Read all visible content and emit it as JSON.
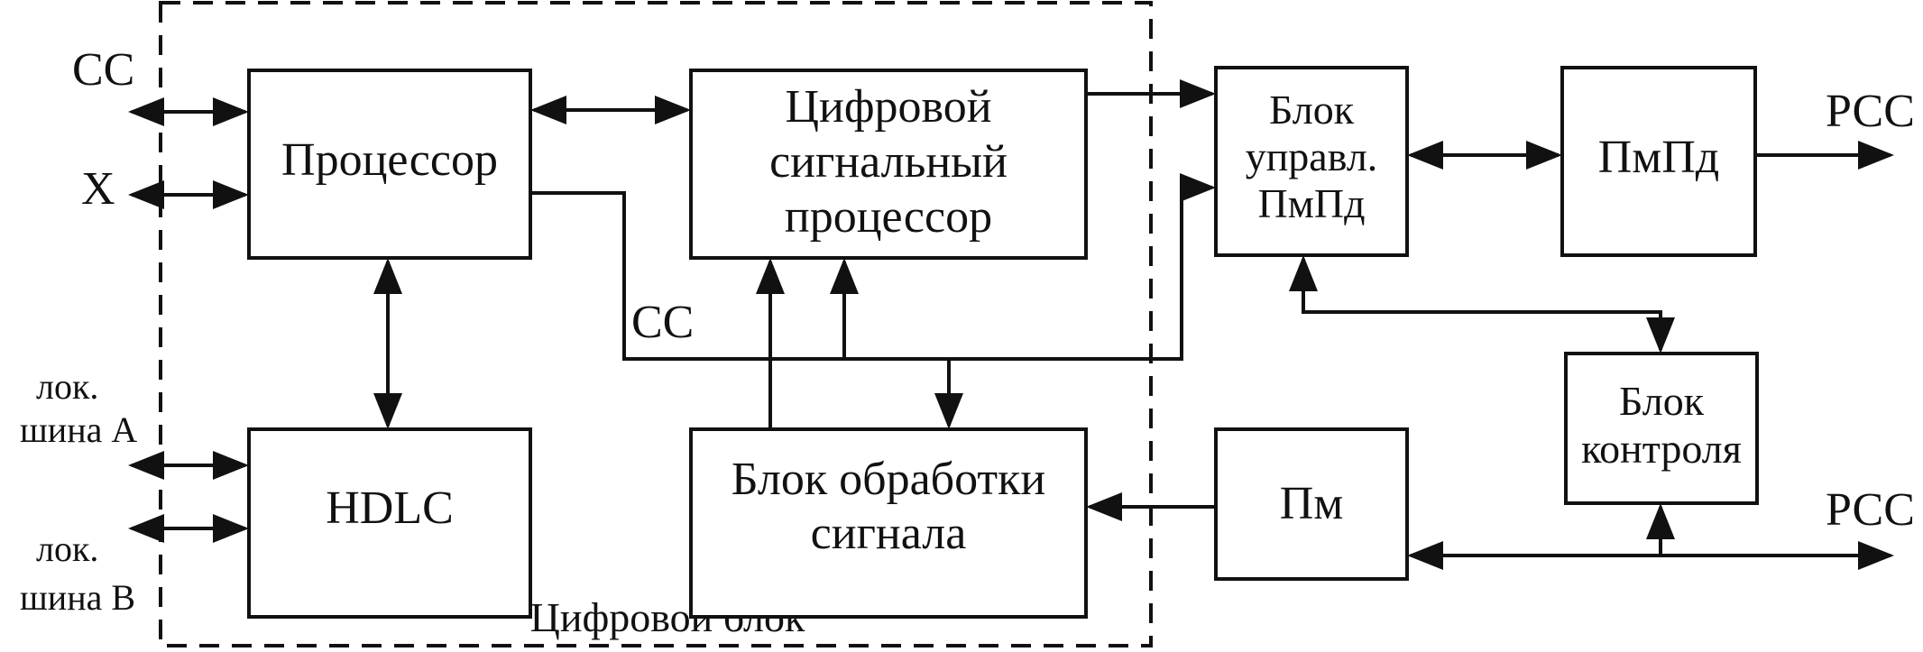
{
  "diagram": {
    "frame_label": "Цифровой блок",
    "blocks": {
      "processor": "Процессор",
      "dsp": [
        "Цифровой",
        "сигнальный",
        "процессор"
      ],
      "hdlc": "HDLC",
      "signal_processing": [
        "Блок обработки",
        "сигнала"
      ],
      "pmpd_control": [
        "Блок",
        "управл.",
        "ПмПд"
      ],
      "pmpd": "ПмПд",
      "pm": "Пм",
      "control": [
        "Блок",
        "контроля"
      ]
    },
    "ports": {
      "cc_in": "СС",
      "x_in": "Х",
      "bus_a": [
        "лок.",
        "шина А"
      ],
      "bus_b": [
        "лок.",
        "шина В"
      ],
      "pcc_top": "РСС",
      "pcc_bottom": "РСС"
    },
    "bus_label": "СС",
    "colors": {
      "ink": "#111111",
      "background": "#ffffff"
    }
  }
}
